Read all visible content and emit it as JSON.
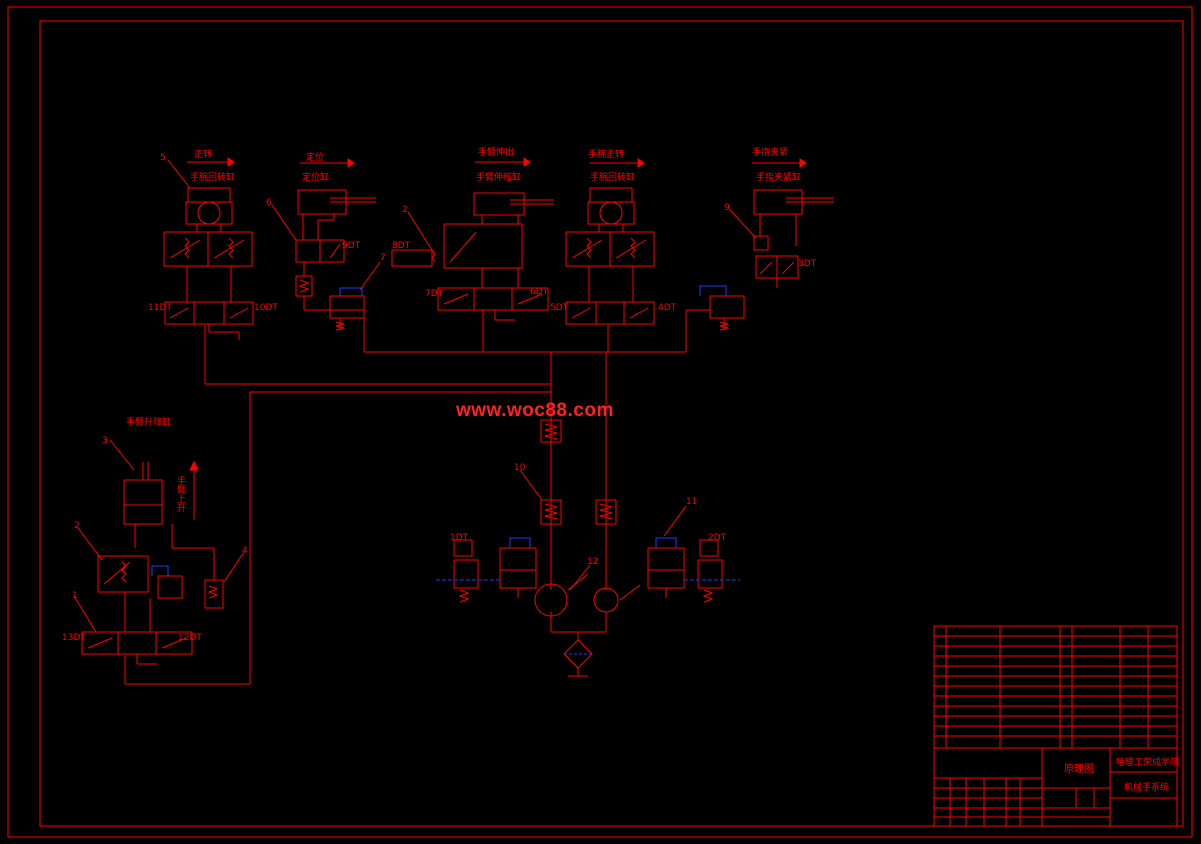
{
  "title_block": {
    "drawing_name": "原理图",
    "school": "哈理工荣成学院",
    "project": "机械手系统"
  },
  "cylinders": [
    {
      "id": "c1",
      "number": "5",
      "motion": "正转",
      "name": "手腕回转缸"
    },
    {
      "id": "c2",
      "number": "6",
      "motion": "定位",
      "name": "定位缸"
    },
    {
      "id": "c3",
      "number": "2",
      "motion": "手臂伸出",
      "name": "手臂伸缩缸"
    },
    {
      "id": "c4",
      "number": "",
      "motion": "手腕正转",
      "name": "手腕回转缸"
    },
    {
      "id": "c5",
      "number": "9",
      "motion": "手指夹紧",
      "name": "手指夹紧缸"
    },
    {
      "id": "c6",
      "number": "3",
      "motion": "手臂上升",
      "name": "手臂升降缸"
    }
  ],
  "solenoids": {
    "s1": "11DT",
    "s2": "10DT",
    "s3": "9DT",
    "s4": "8DT",
    "s5": "7DT",
    "s6": "6DT",
    "s7": "5DT",
    "s8": "4DT",
    "s9": "3DT",
    "s10": "1DT",
    "s11": "2DT",
    "s12": "13DT",
    "s13": "12DT"
  },
  "component_numbers": {
    "n7": "7",
    "n10": "10",
    "n11": "11",
    "n12": "12",
    "n2b": "2",
    "n4": "4",
    "n1": "1"
  },
  "watermark": "www.woc88.com",
  "colors": {
    "line": "#ff0000",
    "blue": "#1a3cff",
    "background": "#000000"
  }
}
